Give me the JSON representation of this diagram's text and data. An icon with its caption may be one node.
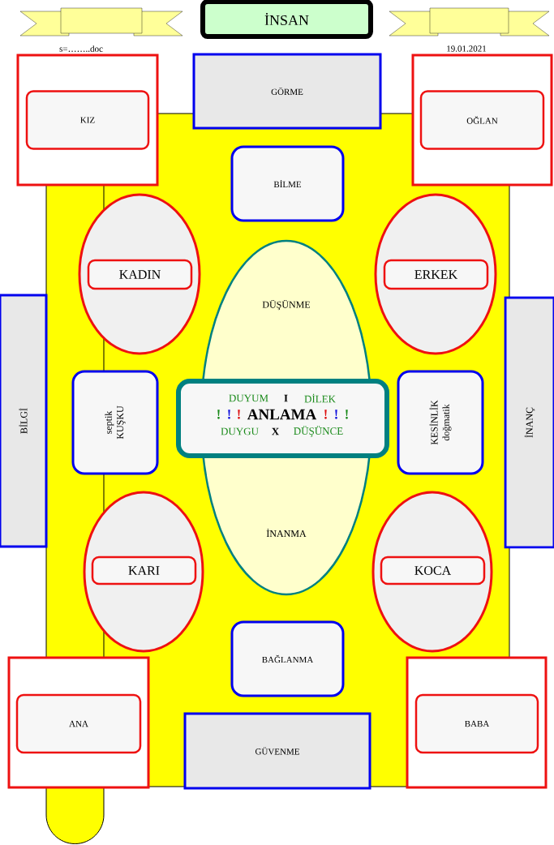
{
  "diagram": {
    "nodes": [
      {
        "text": [
          "İNSAN"
        ]
      },
      {
        "text": [],
        "shape": "box"
      },
      {
        "text": [
          "KIZ"
        ],
        "in": 1
      },
      {
        "text": [
          "GÖRME"
        ]
      },
      {
        "text": [],
        "shape": "box"
      },
      {
        "text": [
          "OĞLAN"
        ],
        "in": 4
      },
      {
        "text": [
          "BİLME"
        ]
      },
      {
        "text": [],
        "shape": "ellipse"
      },
      {
        "text": [
          "KADIN"
        ],
        "in": 7
      },
      {
        "text": [],
        "shape": "ellipse"
      },
      {
        "text": [
          "ERKEK"
        ],
        "in": 9
      },
      {
        "text": [
          "DÜŞÜNME",
          "İNANMA"
        ]
      },
      {
        "text": [
          "BİLGİ"
        ]
      },
      {
        "text": [
          "septik KUŞKU"
        ]
      },
      {
        "text": [
          "DUYUM",
          "I",
          "DİLEK",
          "!",
          "!",
          "!",
          "ANLAMA",
          "!",
          "!",
          "!",
          "DUYGU",
          "X",
          "DÜŞÜNCE"
        ]
      },
      {
        "text": [
          "KESİNLİK doğmatik"
        ]
      },
      {
        "text": [
          "İNANÇ"
        ]
      },
      {
        "text": [],
        "shape": "ellipse"
      },
      {
        "text": [
          "KARI"
        ],
        "in": 17
      },
      {
        "text": [],
        "shape": "ellipse"
      },
      {
        "text": [
          "KOCA"
        ],
        "in": 19
      },
      {
        "text": [
          "BAĞLANMA"
        ]
      },
      {
        "text": [],
        "shape": "box"
      },
      {
        "text": [
          "ANA"
        ],
        "in": 22
      },
      {
        "text": [
          "GÜVENME"
        ]
      },
      {
        "text": [],
        "shape": "box"
      },
      {
        "text": [
          "BABA"
        ],
        "in": 25
      }
    ],
    "labels": [
      "s=……..doc",
      "19.01.2021"
    ]
  }
}
